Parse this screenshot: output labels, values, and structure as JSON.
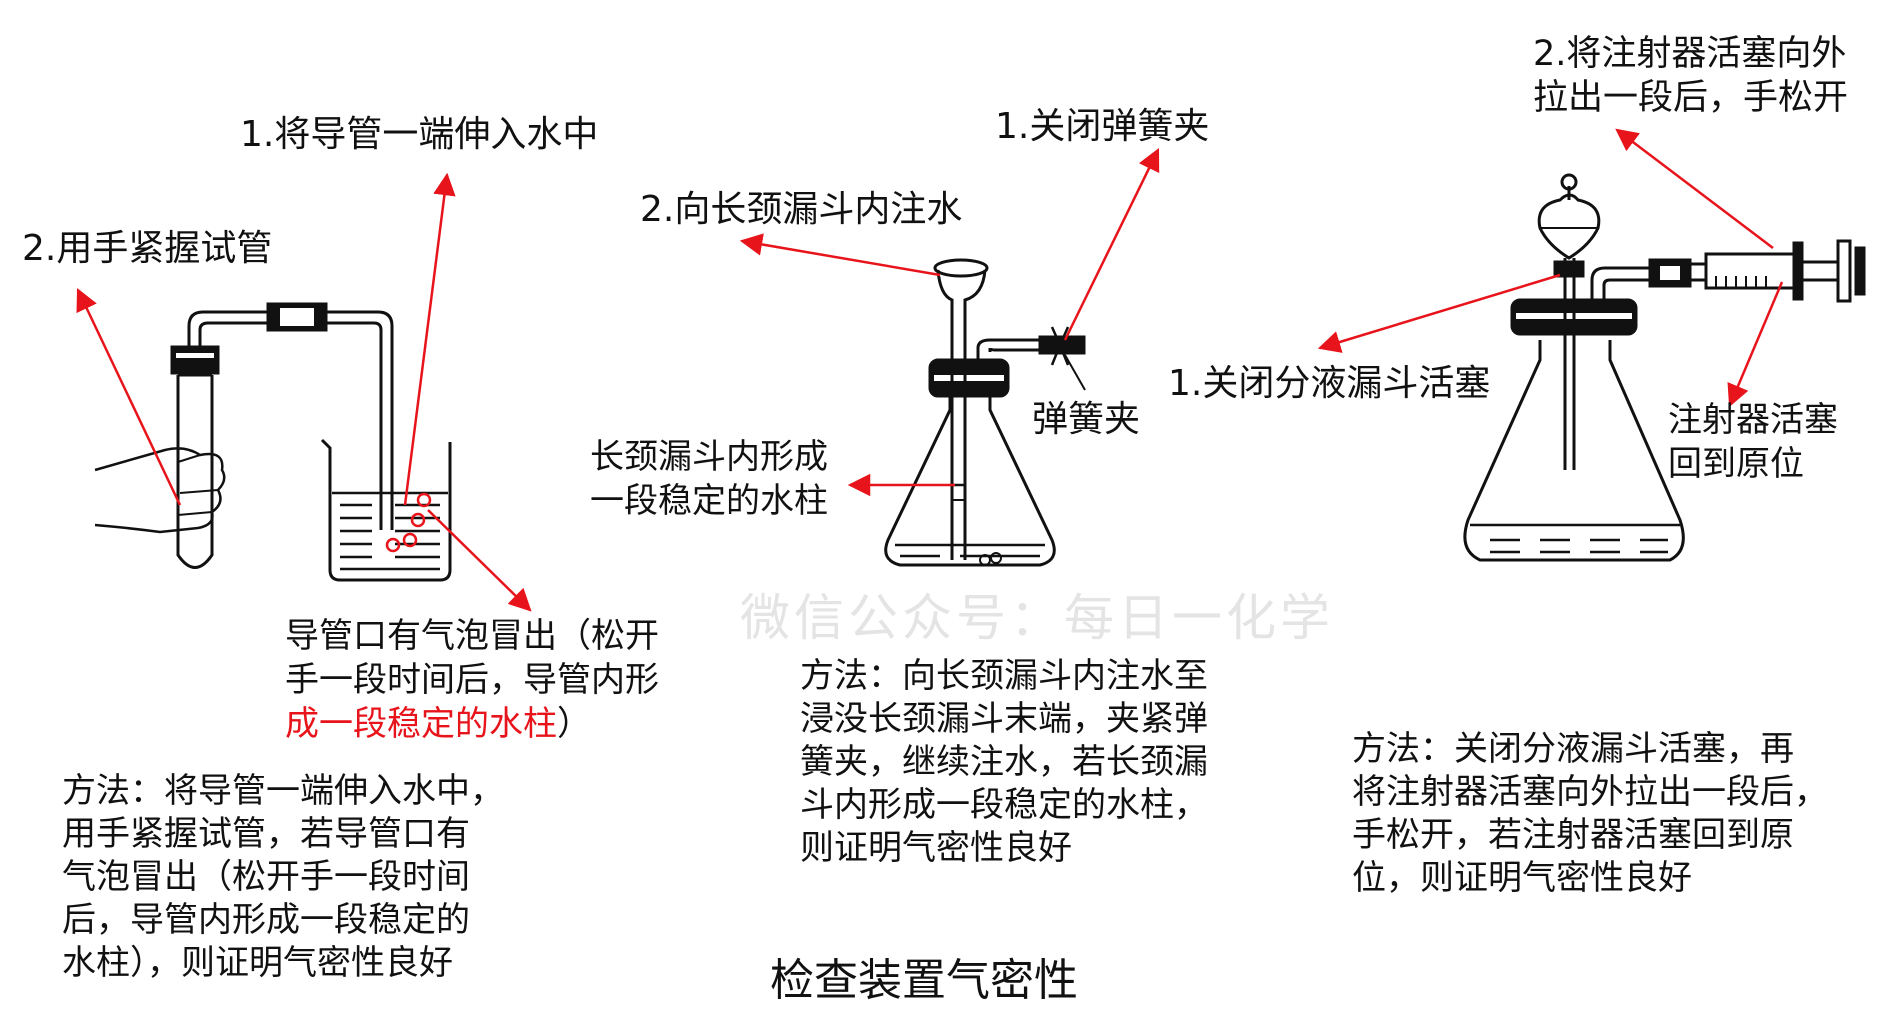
{
  "apparatus1": {
    "label_step1": "1.将导管一端伸入水中",
    "label_step2": "2.用手紧握试管",
    "observation": [
      "导管口有气泡冒出（松开",
      "手一段时间后，导管内形",
      "成一段稳定的水柱"
    ],
    "observation_tail": "）",
    "method": [
      "方法：将导管一端伸入水中，",
      "用手紧握试管，若导管口有",
      "气泡冒出（松开手一段时间",
      "后，导管内形成一段稳定的",
      "水柱），则证明气密性良好"
    ]
  },
  "apparatus2": {
    "label_step1": "1.关闭弹簧夹",
    "label_step2": "2.向长颈漏斗内注水",
    "clamp_label": "弹簧夹",
    "observation": [
      "长颈漏斗内形成",
      "一段稳定的水柱"
    ],
    "method": [
      "方法：向长颈漏斗内注水至",
      "浸没长颈漏斗末端，夹紧弹",
      "簧夹，继续注水，若长颈漏",
      "斗内形成一段稳定的水柱，",
      "则证明气密性良好"
    ]
  },
  "apparatus3": {
    "label_step1": "1.关闭分液漏斗活塞",
    "label_step2": [
      "2.将注射器活塞向外",
      "拉出一段后，手松开"
    ],
    "observation": [
      "注射器活塞",
      "回到原位"
    ],
    "method": [
      "方法：关闭分液漏斗活塞，再",
      "将注射器活塞向外拉出一段后，",
      "手松开，若注射器活塞回到原",
      "位，则证明气密性良好"
    ]
  },
  "watermark": "微信公众号：每日一化学",
  "title": "检查装置气密性",
  "colors": {
    "annotation": "#e8141b",
    "text": "#111111",
    "watermark": "#e4e4e4"
  }
}
